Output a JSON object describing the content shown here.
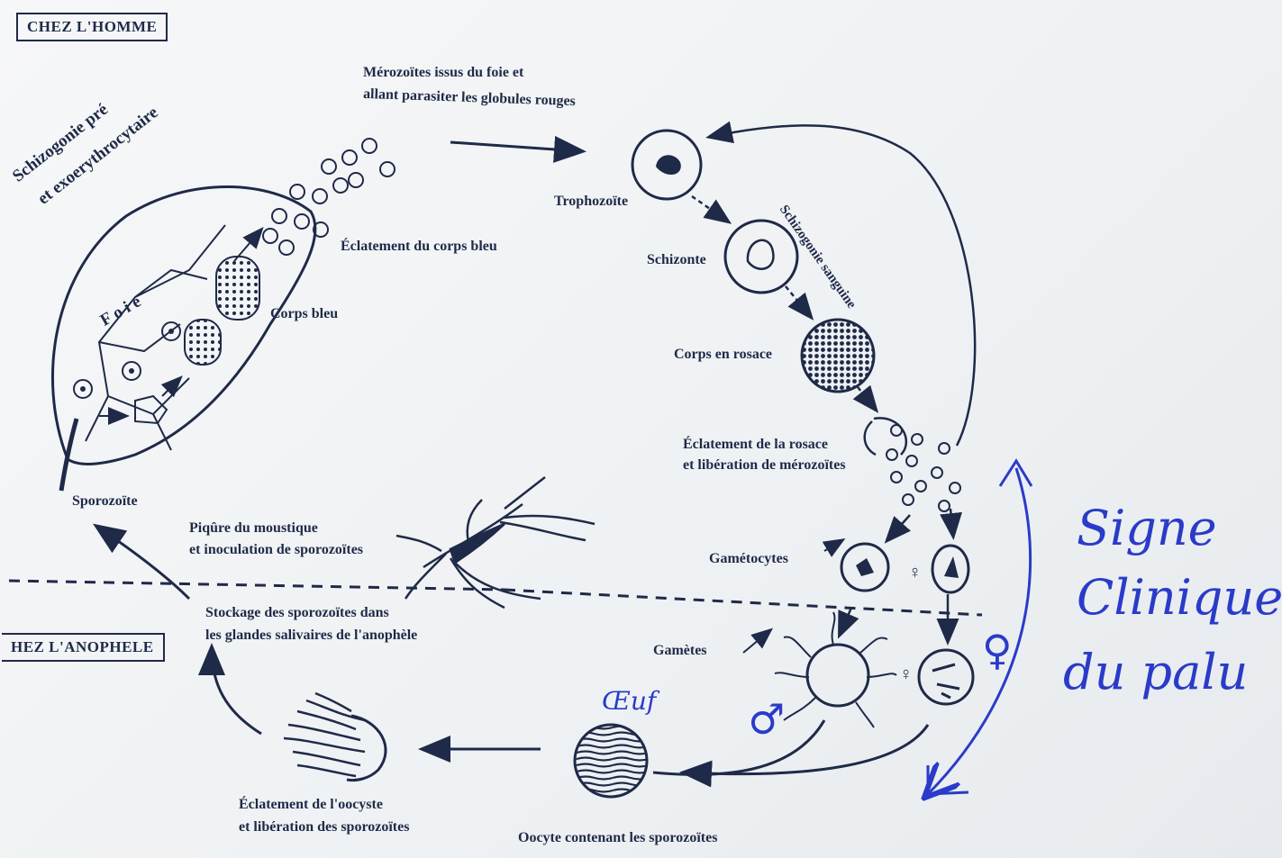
{
  "headers": {
    "top_box": "CHEZ L'HOMME",
    "bottom_box": "HEZ L'ANOPHELE"
  },
  "labels": {
    "schizogonie_pre": "Schizogonie pré",
    "exoerythrocytaire": "et exoerythrocytaire",
    "foie": "F o i e",
    "merozoites_1": "Mérozoïtes issus du foie et",
    "merozoites_2": "allant parasiter les globules rouges",
    "eclatement_corps_bleu": "Éclatement du corps bleu",
    "corps_bleu": "Corps bleu",
    "sporozoite": "Sporozoïte",
    "trophozoite": "Trophozoïte",
    "schizonte": "Schizonte",
    "corps_rosace": "Corps en rosace",
    "eclatement_rosace_1": "Éclatement de la rosace",
    "eclatement_rosace_2": "et libération de mérozoïtes",
    "schizogonie_sanguine": "Schizogonie sanguine",
    "gametocytes": "Gamétocytes",
    "gametes": "Gamètes",
    "piqure_1": "Piqûre du moustique",
    "piqure_2": "et inoculation de sporozoïtes",
    "stockage_1": "Stockage des sporozoïtes dans",
    "stockage_2": "les glandes salivaires de l'anophèle",
    "eclatement_oocyste_1": "Éclatement de l'oocyste",
    "eclatement_oocyste_2": "et libération des sporozoïtes",
    "oocyte": "Oocyte contenant les sporozoïtes"
  },
  "annotations": {
    "oeuf": "Œuf",
    "signe_1": "Signe",
    "signe_2": "Clinique",
    "signe_3": "du palu",
    "male_symbol": "♂",
    "female_symbol": "♀"
  },
  "colors": {
    "ink": "#1f2a48",
    "pen": "#2a3bc9"
  }
}
